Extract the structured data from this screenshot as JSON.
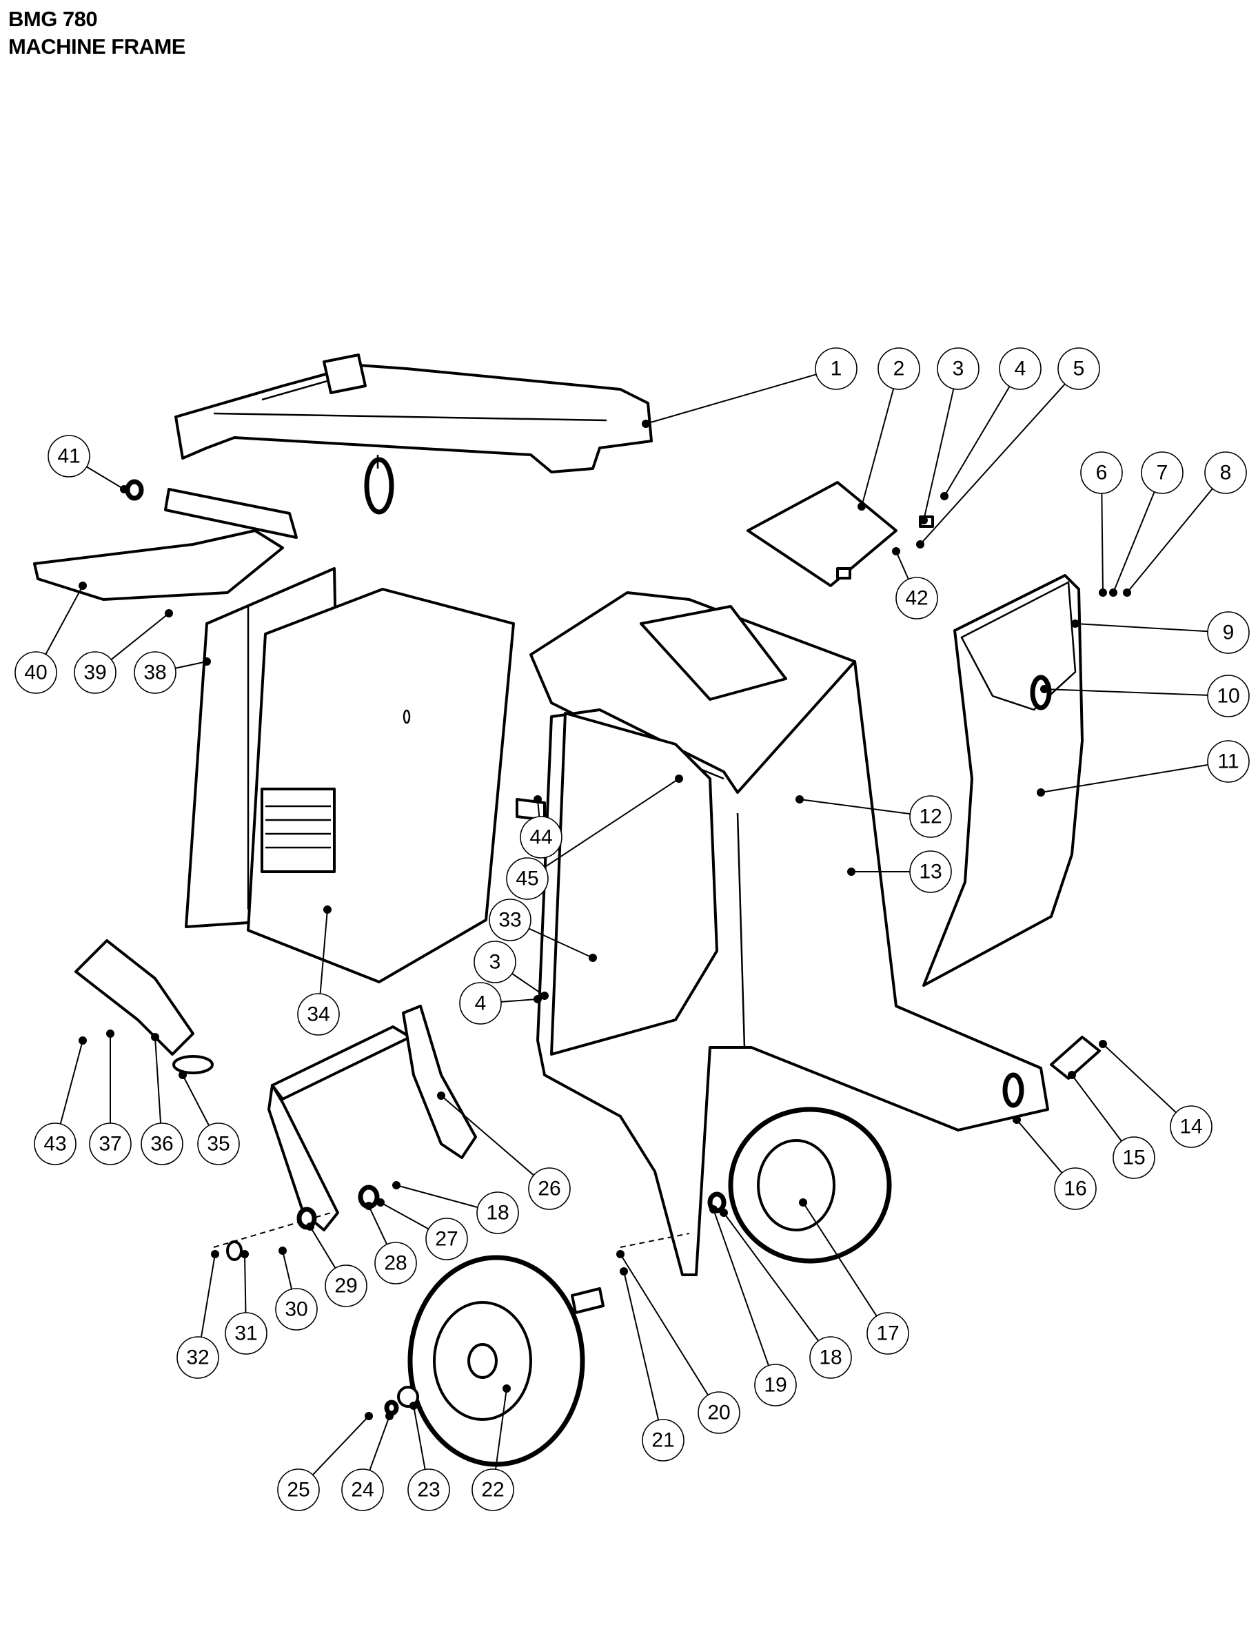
{
  "header": {
    "model": "BMG 780",
    "section": "MACHINE FRAME"
  },
  "callouts": [
    {
      "id": "c1",
      "label": "1"
    },
    {
      "id": "c2",
      "label": "2"
    },
    {
      "id": "c3a",
      "label": "3"
    },
    {
      "id": "c4a",
      "label": "4"
    },
    {
      "id": "c5",
      "label": "5"
    },
    {
      "id": "c6",
      "label": "6"
    },
    {
      "id": "c7",
      "label": "7"
    },
    {
      "id": "c8",
      "label": "8"
    },
    {
      "id": "c9",
      "label": "9"
    },
    {
      "id": "c10",
      "label": "10"
    },
    {
      "id": "c11",
      "label": "11"
    },
    {
      "id": "c12",
      "label": "12"
    },
    {
      "id": "c13",
      "label": "13"
    },
    {
      "id": "c14",
      "label": "14"
    },
    {
      "id": "c15",
      "label": "15"
    },
    {
      "id": "c16",
      "label": "16"
    },
    {
      "id": "c17",
      "label": "17"
    },
    {
      "id": "c18a",
      "label": "18"
    },
    {
      "id": "c18b",
      "label": "18"
    },
    {
      "id": "c19",
      "label": "19"
    },
    {
      "id": "c20",
      "label": "20"
    },
    {
      "id": "c21",
      "label": "21"
    },
    {
      "id": "c22",
      "label": "22"
    },
    {
      "id": "c23",
      "label": "23"
    },
    {
      "id": "c24",
      "label": "24"
    },
    {
      "id": "c25",
      "label": "25"
    },
    {
      "id": "c26",
      "label": "26"
    },
    {
      "id": "c27",
      "label": "27"
    },
    {
      "id": "c28",
      "label": "28"
    },
    {
      "id": "c29",
      "label": "29"
    },
    {
      "id": "c30",
      "label": "30"
    },
    {
      "id": "c31",
      "label": "31"
    },
    {
      "id": "c32",
      "label": "32"
    },
    {
      "id": "c33",
      "label": "33"
    },
    {
      "id": "c3b",
      "label": "3"
    },
    {
      "id": "c4b",
      "label": "4"
    },
    {
      "id": "c34",
      "label": "34"
    },
    {
      "id": "c35",
      "label": "35"
    },
    {
      "id": "c36",
      "label": "36"
    },
    {
      "id": "c37",
      "label": "37"
    },
    {
      "id": "c38",
      "label": "38"
    },
    {
      "id": "c39",
      "label": "39"
    },
    {
      "id": "c40",
      "label": "40"
    },
    {
      "id": "c41",
      "label": "41"
    },
    {
      "id": "c42",
      "label": "42"
    },
    {
      "id": "c43",
      "label": "43"
    },
    {
      "id": "c44",
      "label": "44"
    },
    {
      "id": "c45",
      "label": "45"
    }
  ]
}
